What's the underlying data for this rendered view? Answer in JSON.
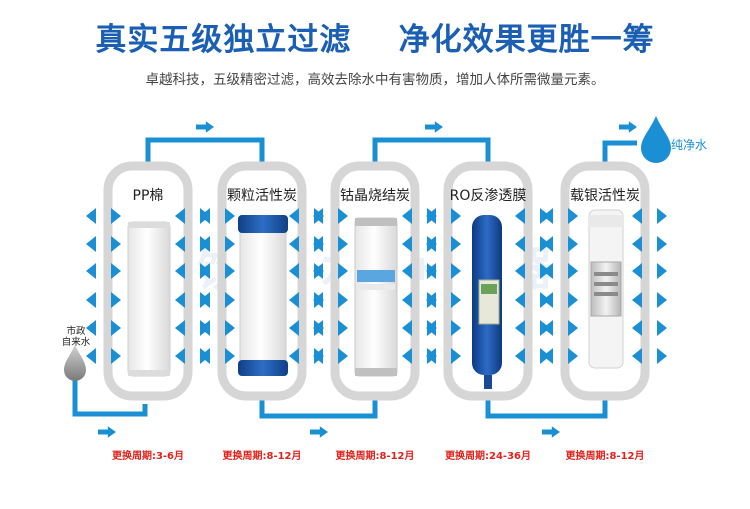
{
  "header": {
    "title": "真实五级独立过滤    净化效果更胜一筹",
    "subtitle": "卓越科技，五级精密过滤，高效去除水中有害物质，增加人体所需微量元素。"
  },
  "inlet": {
    "label_line1": "市政",
    "label_line2": "自来水"
  },
  "outlet": {
    "label": "纯净水"
  },
  "filters": [
    {
      "name": "PP棉",
      "cycle": "更换周期:3-6月"
    },
    {
      "name": "颗粒活性炭",
      "cycle": "更换周期:8-12月"
    },
    {
      "name": "钴晶烧结炭",
      "cycle": "更换周期:8-12月"
    },
    {
      "name": "RO反渗透膜",
      "cycle": "更换周期:24-36月"
    },
    {
      "name": "载银活性炭",
      "cycle": "更换周期:8-12月"
    }
  ],
  "colors": {
    "brand_blue": "#1a5fb4",
    "flow_blue": "#1b8fd4",
    "cycle_red": "#e0221b"
  }
}
